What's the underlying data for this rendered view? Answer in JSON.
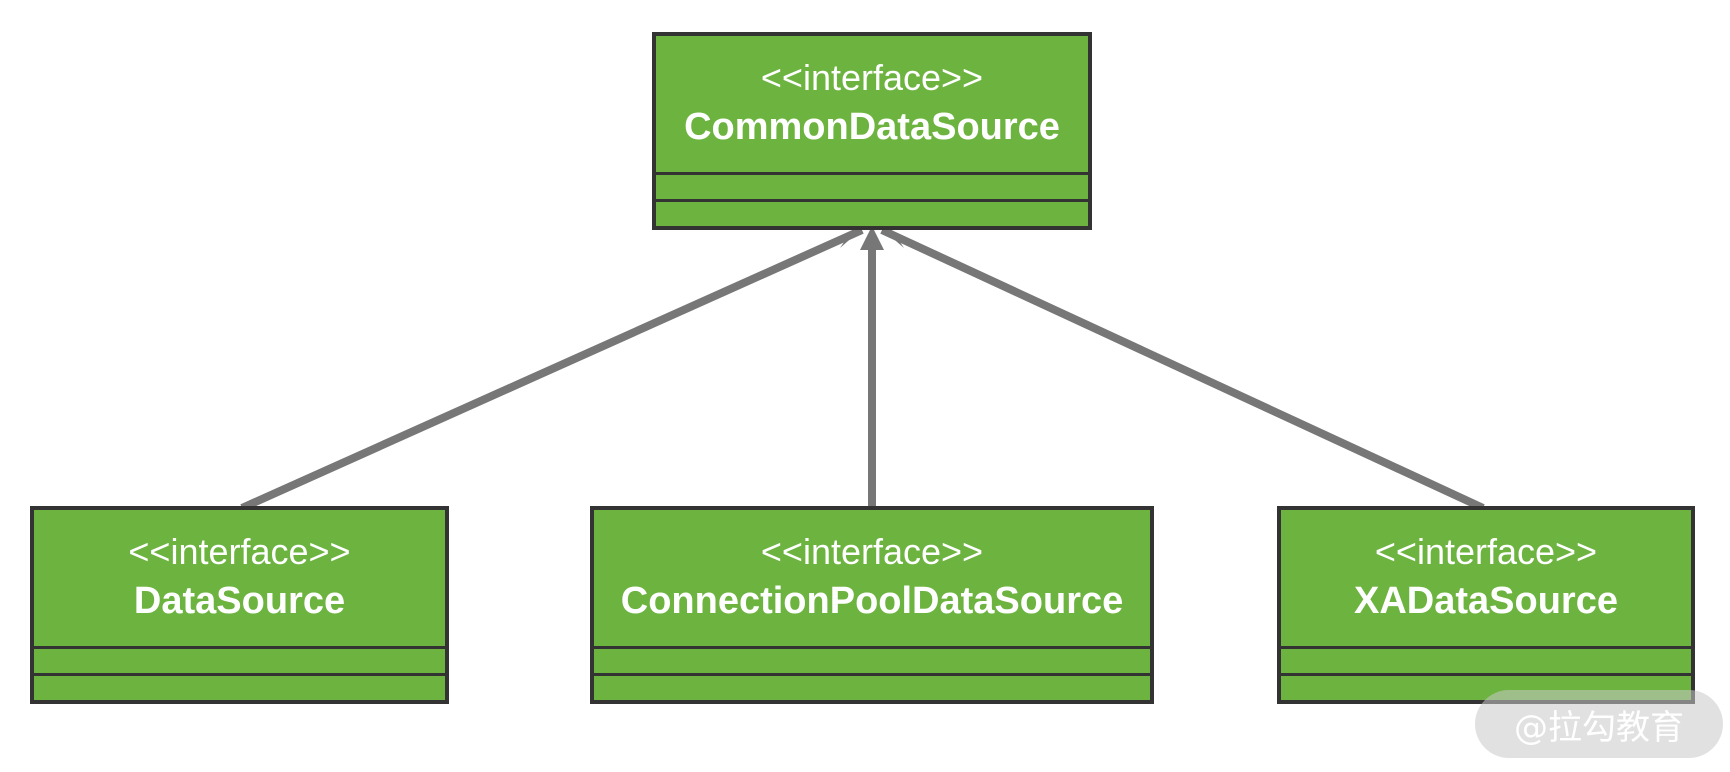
{
  "colors": {
    "class_fill": "#6db33f",
    "border": "#333333",
    "edge": "#777777",
    "text": "#ffffff"
  },
  "classes": [
    {
      "stereotype": "<<interface>>",
      "name": "CommonDataSource"
    },
    {
      "stereotype": "<<interface>>",
      "name": "DataSource"
    },
    {
      "stereotype": "<<interface>>",
      "name": "ConnectionPoolDataSource"
    },
    {
      "stereotype": "<<interface>>",
      "name": "XADataSource"
    }
  ],
  "relations": [
    {
      "from": "DataSource",
      "to": "CommonDataSource",
      "type": "generalization"
    },
    {
      "from": "ConnectionPoolDataSource",
      "to": "CommonDataSource",
      "type": "generalization"
    },
    {
      "from": "XADataSource",
      "to": "CommonDataSource",
      "type": "generalization"
    }
  ],
  "watermark": "@拉勾教育"
}
